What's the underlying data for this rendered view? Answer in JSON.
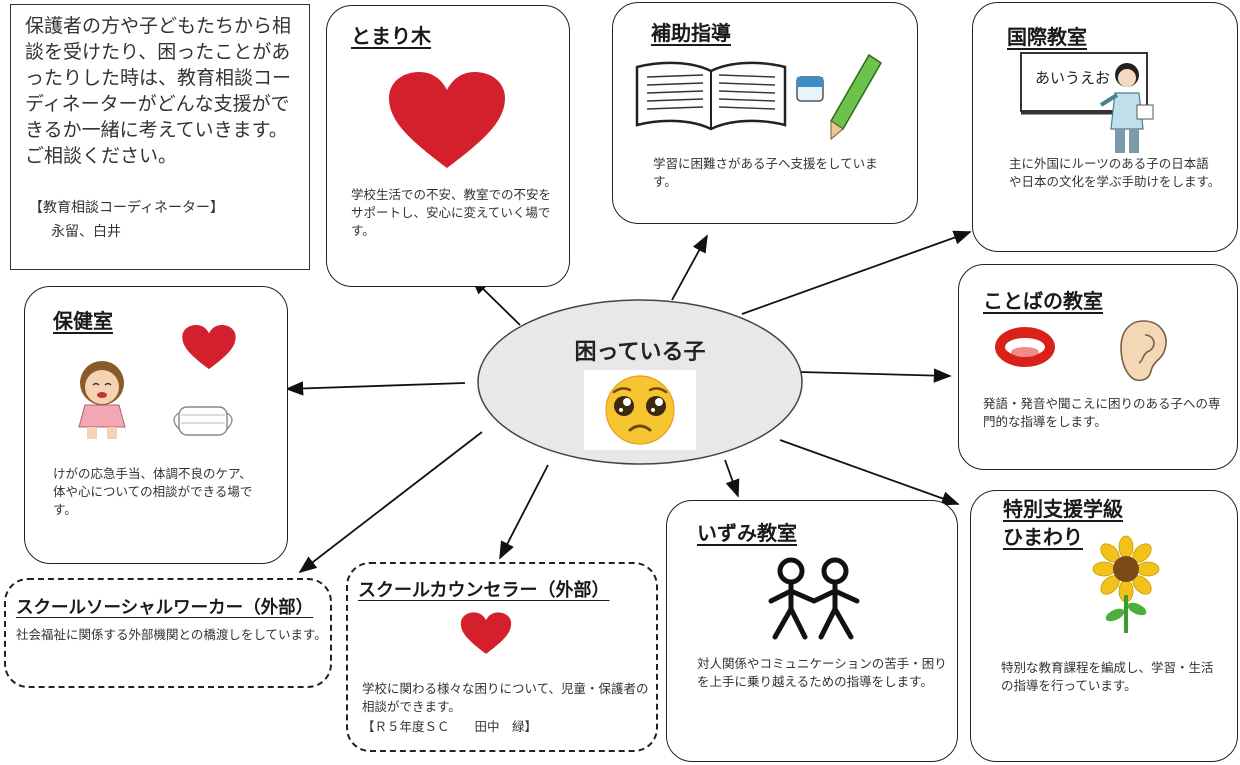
{
  "intro": {
    "text": "保護者の方や子どもたちから相談を受けたり、困ったことがあったりした時は、教育相談コーディネーターがどんな支援ができるか一緒に考えていきます。ご相談ください。",
    "coordinator_title": "【教育相談コーディネーター】",
    "coordinator_names": "永留、白井"
  },
  "center": {
    "label": "困っている子",
    "icon": "pleading-face-emoji"
  },
  "boxes": {
    "tomarigi": {
      "title": "とまり木",
      "desc": "学校生活での不安、教室での不安をサポートし、安心に変えていく場です。"
    },
    "hojo": {
      "title": "補助指導",
      "desc": "学習に困難さがある子へ支援をしています。"
    },
    "kokusai": {
      "title": "国際教室",
      "desc": "主に外国にルーツのある子の日本語や日本の文化を学ぶ手助けをします。",
      "board_text": "あいうえお"
    },
    "kotoba": {
      "title": "ことばの教室",
      "desc": "発語・発音や聞こえに困りのある子への専門的な指導をします。"
    },
    "hoken": {
      "title": "保健室",
      "desc": "けがの応急手当、体調不良のケア、体や心についての相談ができる場です。"
    },
    "tokubetsu": {
      "title": "特別支援学級",
      "subtitle": "ひまわり",
      "desc": "特別な教育課程を編成し、学習・生活の指導を行っています。"
    },
    "izumi": {
      "title": "いずみ教室",
      "desc": "対人関係やコミュニケーションの苦手・困りを上手に乗り越えるための指導をします。"
    },
    "sc": {
      "title": "スクールカウンセラー（外部）",
      "desc": "学校に関わる様々な困りについて、児童・保護者の相談ができます。",
      "staff": "【Ｒ５年度ＳＣ　　田中　緑】"
    },
    "ssw": {
      "title": "スクールソーシャルワーカー（外部）",
      "desc": "社会福祉に関係する外部機関との橋渡しをしています。"
    }
  },
  "colors": {
    "heart": "#d4202c",
    "sunflower": "#f2c21a",
    "center_fill": "#e6e9e8",
    "emoji": "#f7c531"
  }
}
